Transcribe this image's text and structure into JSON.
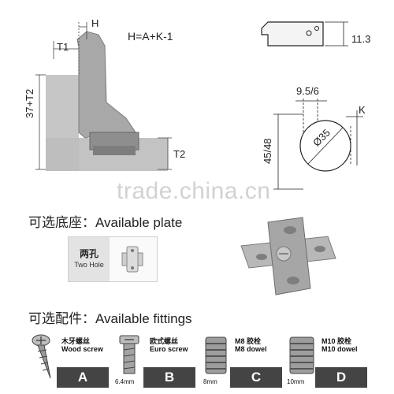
{
  "diagram": {
    "formula": "H=A+K-1",
    "labels": {
      "h": "H",
      "t1": "T1",
      "height_dim": "37+T2",
      "t2": "T2",
      "plate_thickness": "11.3",
      "offset": "9.5/6",
      "k": "K",
      "vertical": "45/48",
      "cup_diameter": "Ø35"
    }
  },
  "watermark": "trade.china.cn",
  "plate_section": {
    "title_cn": "可选底座：",
    "title_en": "Available plate",
    "option_cn": "两孔",
    "option_en": "Two Hole"
  },
  "fittings_section": {
    "title_cn": "可选配件：",
    "title_en": "Available fittings",
    "items": [
      {
        "cn": "木牙螺丝",
        "en": "Wood screw",
        "letter": "A",
        "size": ""
      },
      {
        "cn": "欧式螺丝",
        "en": "Euro screw",
        "letter": "B",
        "size": "6.4mm"
      },
      {
        "cn": "M8 胶栓",
        "en": "M8 dowel",
        "letter": "C",
        "size": "8mm"
      },
      {
        "cn": "M10 胶栓",
        "en": "M10 dowel",
        "letter": "D",
        "size": "10mm"
      }
    ]
  },
  "colors": {
    "fitting_bar": "#444444",
    "metal": "#a9a9a9",
    "panel": "#c4c4c4"
  }
}
